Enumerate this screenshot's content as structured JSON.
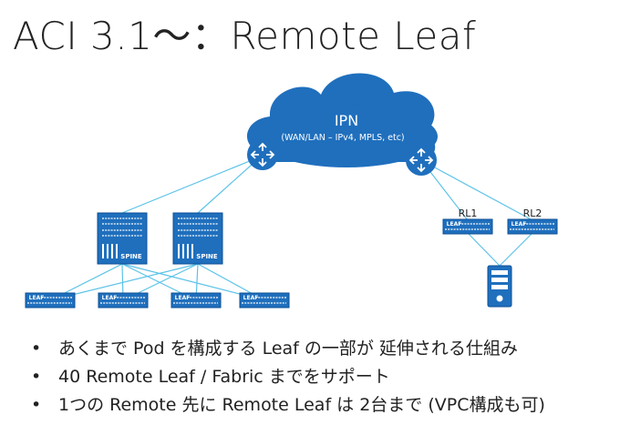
{
  "slide": {
    "title": "ACI 3.1～：Remote Leaf",
    "bullets": [
      "あくまで Pod を構成する Leaf の一部が 延伸される仕組み",
      "40 Remote Leaf / Fabric までをサポート",
      "1つの Remote 先に Remote Leaf は 2台まで (VPC構成も可)"
    ]
  },
  "diagram": {
    "cloud": {
      "label": "IPN",
      "sublabel": "(WAN/LAN – IPv4, MPLS, etc)"
    },
    "spine_label": "SPINE",
    "leaf_label": "LEAF",
    "remote_leaves": [
      {
        "label": "RL1"
      },
      {
        "label": "RL2"
      }
    ],
    "colors": {
      "device": "#1f6fbd",
      "link": "#5cc3e8",
      "cloud": "#1f6fbd"
    }
  }
}
